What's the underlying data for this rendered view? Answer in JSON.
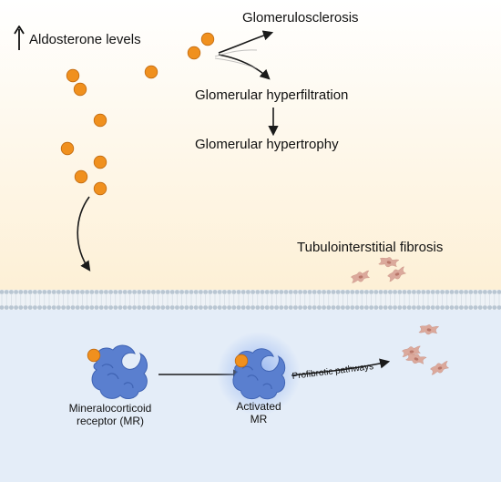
{
  "labels": {
    "aldosterone_levels": "Aldosterone levels",
    "glomerulosclerosis": "Glomerulosclerosis",
    "glomerular_hyperfiltration": "Glomerular hyperfiltration",
    "glomerular_hypertrophy": "Glomerular hypertrophy",
    "tubulointerstitial_fibrosis": "Tubulointerstitial fibrosis",
    "mr_line1": "Mineralocorticoid",
    "mr_line2": "receptor (MR)",
    "activated_line1": "Activated",
    "activated_line2": "MR",
    "profibrotic_pathways": "Profibrotic pathways"
  },
  "icons": {
    "aldosterone": "aldosterone-molecule-icon",
    "receptor": "mineralocorticoid-receptor-icon",
    "fibroblast": "fibroblast-cell-icon",
    "increase": "up-arrow-icon"
  },
  "colors": {
    "top_background_top": "#ffffff",
    "top_background_bottom": "#fdf0d6",
    "bottom_background": "#e4edf8",
    "aldosterone": "#f0901e",
    "receptor": "#5a7fcf",
    "activated_glow": "#8fb0f0",
    "fibroblast": "#dba99c",
    "membrane": "#b9c6d2"
  }
}
